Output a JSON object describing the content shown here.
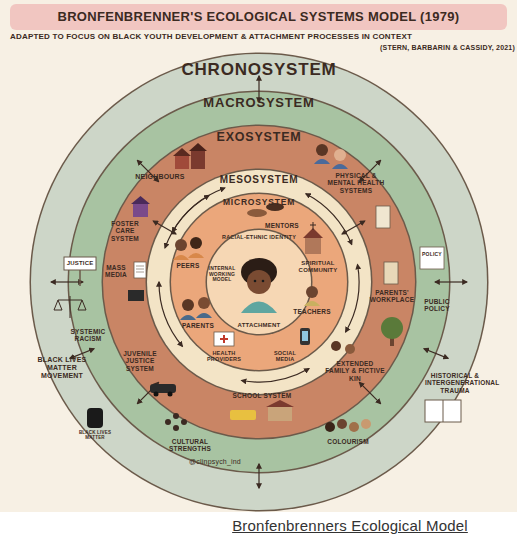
{
  "diagram": {
    "title": "BRONFENBRENNER'S ECOLOGICAL SYSTEMS MODEL (1979)",
    "caption": "Bronfenbrenners Ecological Model",
    "nodes": [
      {
        "text": [
          "CHRONOSYSTEM"
        ]
      },
      {
        "text": [
          "MACROSYSTEM"
        ],
        "in": 0
      },
      {
        "text": [
          "EXOSYSTEM"
        ],
        "in": 1
      },
      {
        "text": [
          "MESOSYSTEM"
        ],
        "in": 2
      },
      {
        "text": [
          "MICROSYSTEM"
        ],
        "in": 3
      },
      {
        "text": [
          "RACIAL-ETHNIC IDENTITY",
          "INTERNAL WORKING MODEL",
          "ATTACHMENT"
        ],
        "in": 4
      }
    ],
    "labels": [
      "ADAPTED TO FOCUS ON BLACK YOUTH DEVELOPMENT & ATTACHMENT PROCESSES IN CONTEXT",
      "(STERN, BARBARIN & CASSIDY, 2021)",
      "MENTORS",
      "PEERS",
      "SPIRITUAL COMMUNITY",
      "PARENTS",
      "TEACHERS",
      "HEALTH PROVIDERS",
      "SOCIAL MEDIA",
      "NEIGHBOURS",
      "PHYSICAL & MENTAL HEALTH SYSTEMS",
      "FOSTER CARE SYSTEM",
      "MASS MEDIA",
      "PARENTS' WORKPLACE",
      "EXTENDED FAMILY & FICTIVE KIN",
      "JUVENILE JUSTICE SYSTEM",
      "SCHOOL SYSTEM",
      "JUSTICE",
      "SYSTEMIC RACISM",
      "POLICY",
      "PUBLIC POLICY",
      "CULTURAL STRENGTHS",
      "COLOURISM",
      "@clinpsych_ind",
      "BLACK LIVES MATTER MOVEMENT",
      "BLACK LIVES MATTER",
      "HISTORICAL & INTERGENERATIONAL TRAUMA"
    ]
  }
}
